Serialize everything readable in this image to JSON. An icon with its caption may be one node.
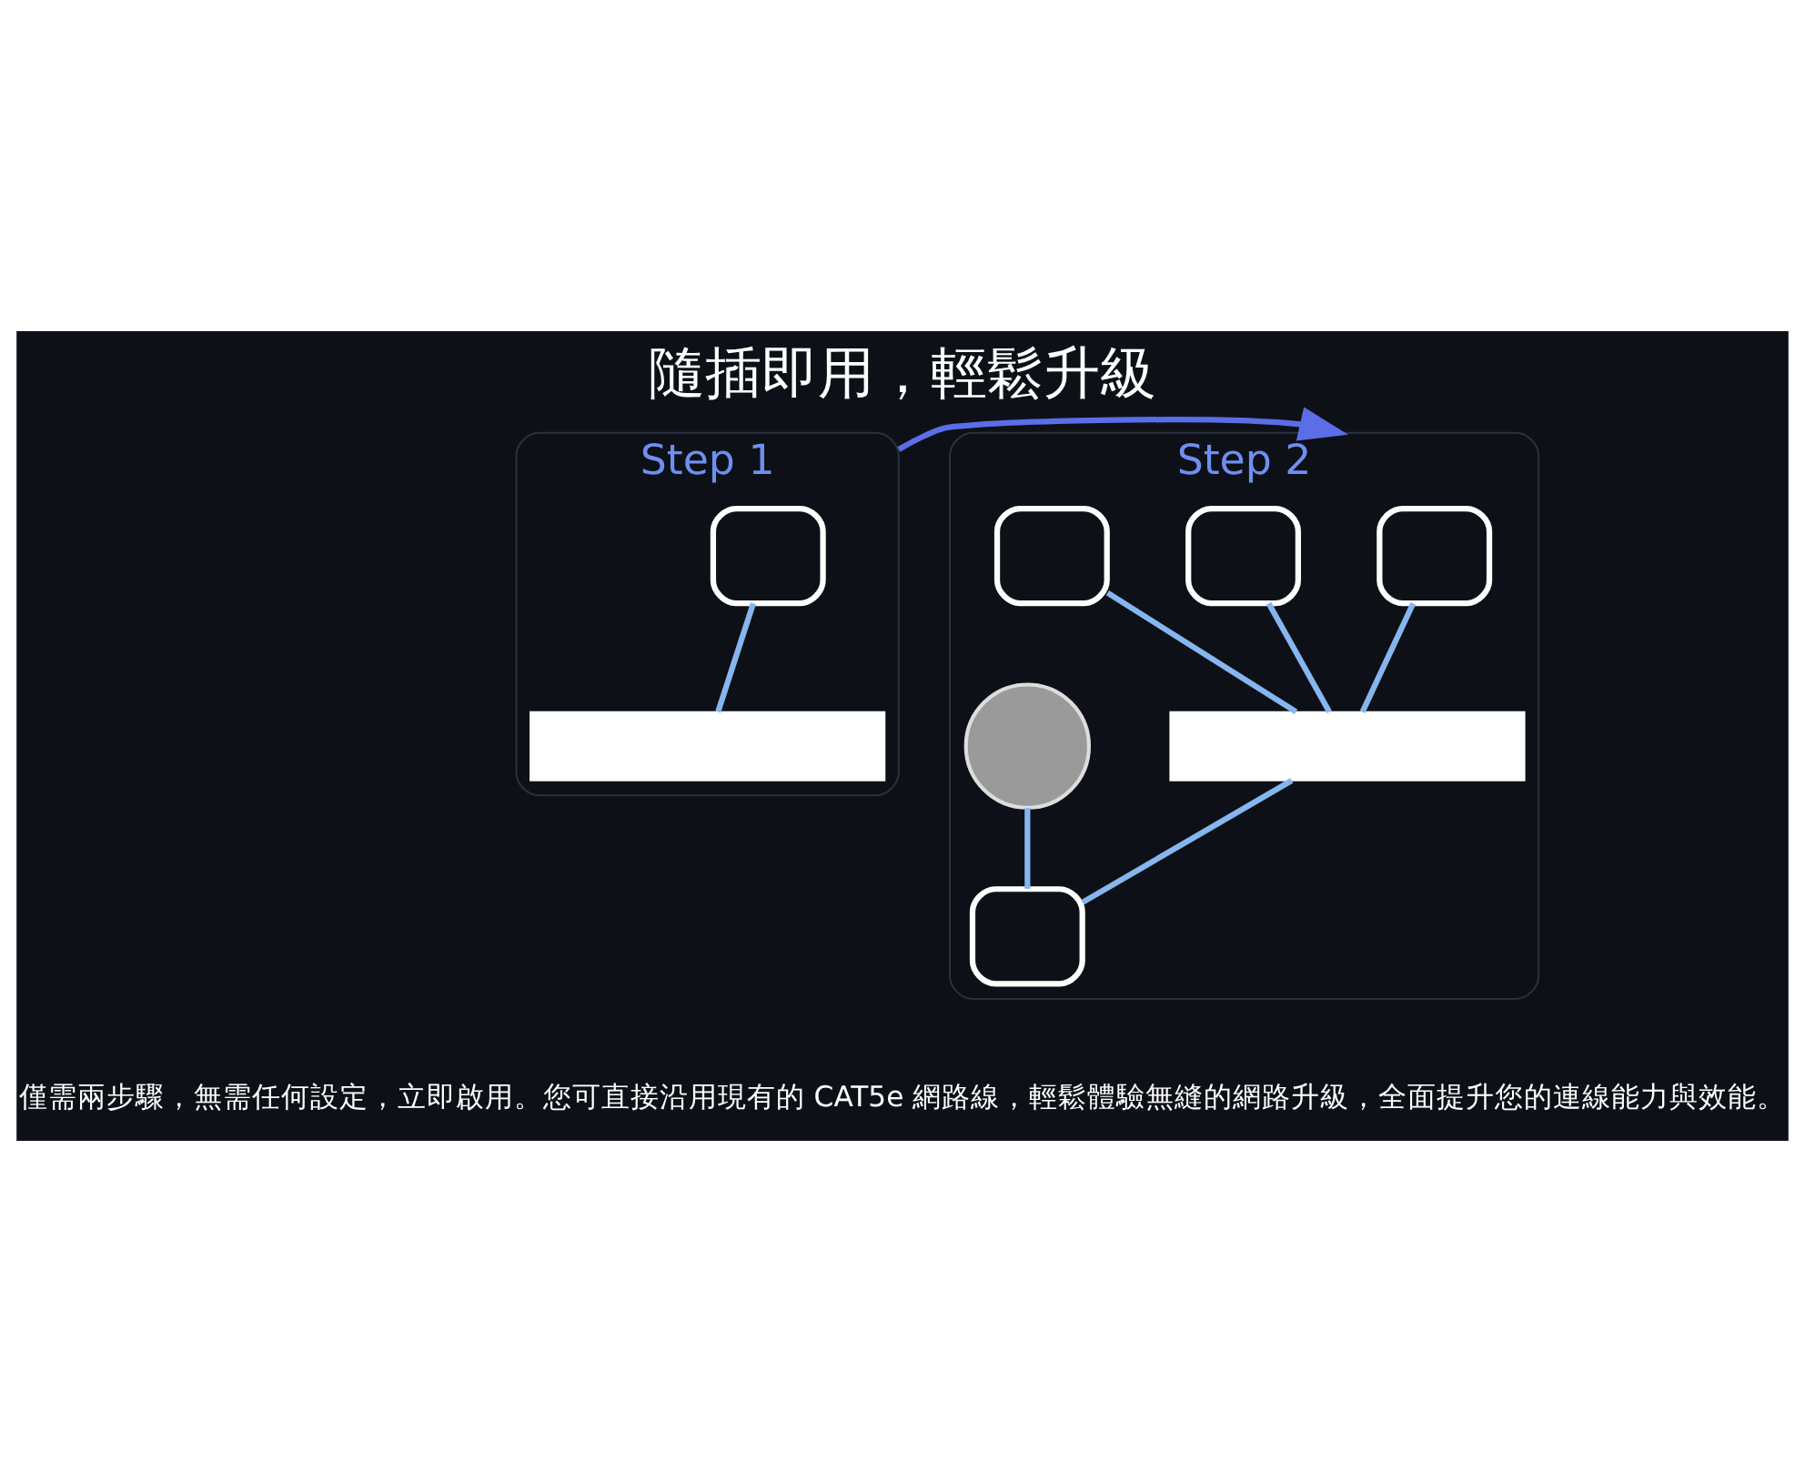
{
  "diagram": {
    "title": "隨插即用，輕鬆升級",
    "caption": "僅需兩步驟，無需任何設定，立即啟用。您可直接沿用現有的 CAT5e 網路線，輕鬆體驗無縫的網路升級，全面提升您的連線能力與效能。",
    "nodes": [
      {
        "text": [
          "Step 1"
        ]
      },
      {
        "text": [],
        "shape": "box",
        "in": 0
      },
      {
        "text": [],
        "shape": "bar",
        "in": 0
      },
      {
        "text": [
          "Step 2"
        ]
      },
      {
        "text": [],
        "shape": "box",
        "in": 3
      },
      {
        "text": [],
        "shape": "box",
        "in": 3
      },
      {
        "text": [],
        "shape": "box",
        "in": 3
      },
      {
        "text": [],
        "shape": "bar",
        "in": 3
      },
      {
        "text": [],
        "shape": "circle",
        "in": 3
      },
      {
        "text": [],
        "shape": "box",
        "in": 3
      }
    ],
    "edges": [
      {
        "from": 0,
        "to": 3,
        "arrow": "to"
      },
      {
        "from": 1,
        "to": 2,
        "arrow": "none"
      },
      {
        "from": 4,
        "to": 7,
        "arrow": "none"
      },
      {
        "from": 5,
        "to": 7,
        "arrow": "none"
      },
      {
        "from": 6,
        "to": 7,
        "arrow": "none"
      },
      {
        "from": 7,
        "to": 9,
        "arrow": "none"
      },
      {
        "from": 8,
        "to": 9,
        "arrow": "none"
      }
    ]
  }
}
